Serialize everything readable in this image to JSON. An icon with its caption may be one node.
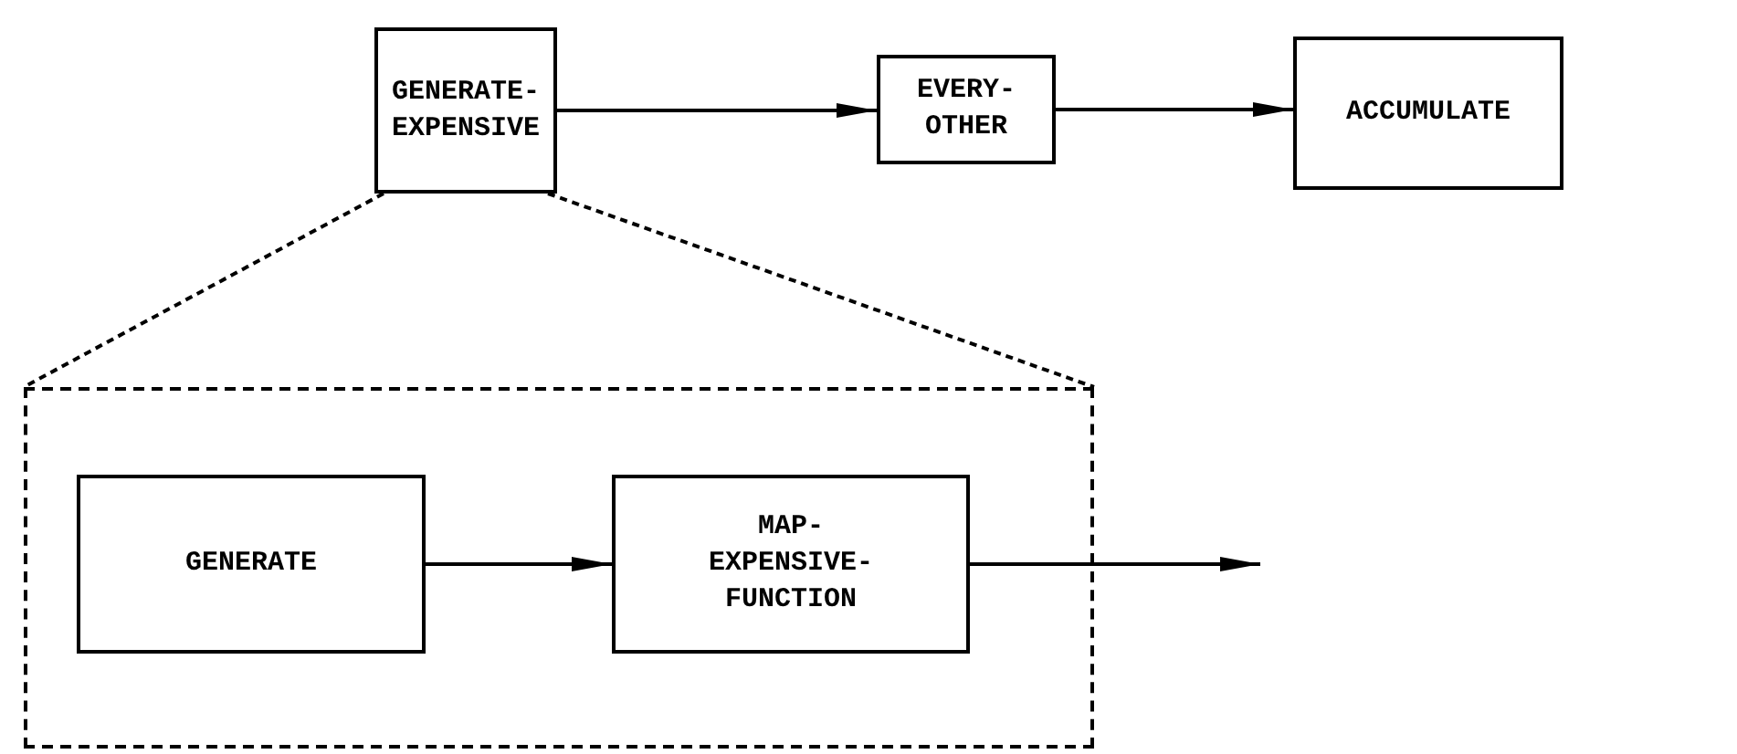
{
  "diagram": {
    "nodes": [
      {
        "text": [
          "GENERATE- EXPENSIVE"
        ]
      },
      {
        "text": [
          "EVERY- OTHER"
        ]
      },
      {
        "text": [
          "ACCUMULATE"
        ]
      },
      {
        "text": [],
        "shape": "box"
      },
      {
        "text": [
          "GENERATE"
        ],
        "in": 3
      },
      {
        "text": [
          "MAP- EXPENSIVE- FUNCTION"
        ],
        "in": 3
      }
    ],
    "edges": [
      {
        "from": 0,
        "to": 1,
        "arrow": "to"
      },
      {
        "from": 1,
        "to": 2,
        "arrow": "to"
      },
      {
        "from": 0,
        "to": 3,
        "arrow": "none",
        "style": "dashed"
      },
      {
        "from": 0,
        "to": 3,
        "arrow": "none",
        "style": "dashed"
      },
      {
        "from": 4,
        "to": 5,
        "arrow": "to"
      },
      {
        "from": 5,
        "to": null,
        "arrow": "to"
      }
    ]
  }
}
